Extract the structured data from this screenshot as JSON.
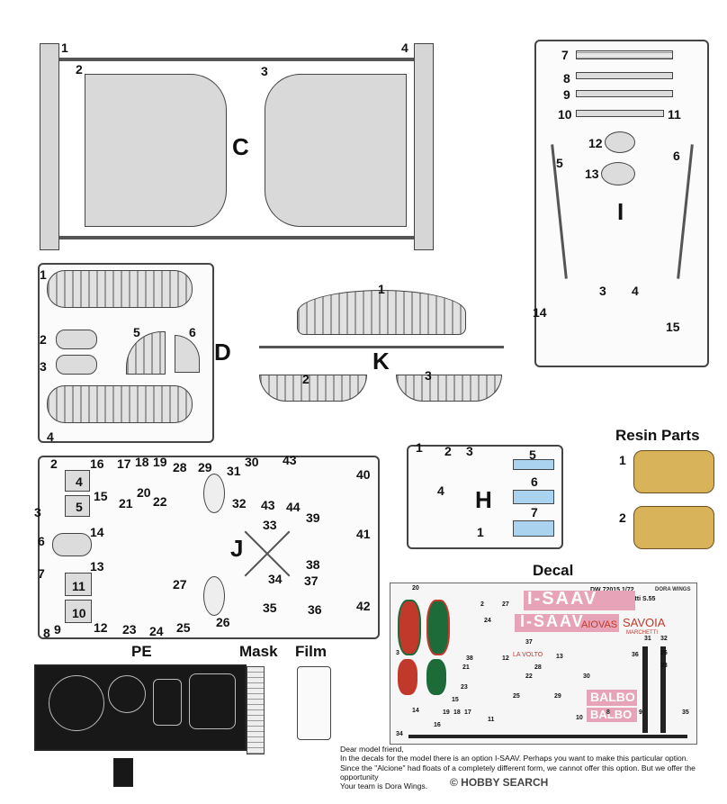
{
  "sprue_letters": {
    "C": "C",
    "D": "D",
    "K": "K",
    "I": "I",
    "J": "J",
    "H": "H"
  },
  "sprue_C_parts": [
    "1",
    "2",
    "3",
    "4"
  ],
  "sprue_I_parts": [
    "7",
    "8",
    "9",
    "10",
    "11",
    "12",
    "5",
    "6",
    "13",
    "3",
    "4",
    "14",
    "15"
  ],
  "sprue_D_parts": [
    "1",
    "2",
    "3",
    "5",
    "6",
    "4"
  ],
  "sprue_K_parts": [
    "1",
    "2",
    "3"
  ],
  "sprue_J_parts": [
    "2",
    "16",
    "17",
    "18",
    "19",
    "28",
    "29",
    "30",
    "31",
    "43",
    "40",
    "4",
    "15",
    "20",
    "22",
    "21",
    "3",
    "5",
    "32",
    "43",
    "44",
    "39",
    "33",
    "6",
    "14",
    "13",
    "7",
    "11",
    "10",
    "27",
    "38",
    "34",
    "37",
    "35",
    "36",
    "41",
    "42",
    "8",
    "9",
    "12",
    "23",
    "24",
    "25",
    "26"
  ],
  "sprue_H_parts": [
    "1",
    "2",
    "3",
    "5",
    "6",
    "4",
    "7",
    "1"
  ],
  "labels": {
    "resin": "Resin Parts",
    "resin_1": "1",
    "resin_2": "2",
    "decal": "Decal",
    "pe": "PE",
    "mask": "Mask",
    "film": "Film"
  },
  "decal": {
    "header_code": "DW 72015 1/72",
    "header_name": "Savoia-Marchetti S.55",
    "brand": "DORA WINGS",
    "reg_big": "I-SAAV",
    "reg_big2": "I-SAAV",
    "savoia": "SAVOIA",
    "marchetti": "MARCHETTI",
    "savoia_rev": "AIOVAS",
    "balbo": "BALBO",
    "balbo2": "BALBO",
    "lavolto": "LA VOLTO",
    "numbers": [
      "20",
      "2",
      "27",
      "3",
      "31",
      "32",
      "24",
      "37",
      "12",
      "13",
      "14",
      "21",
      "23",
      "16",
      "19",
      "18",
      "25",
      "17",
      "29",
      "22",
      "28",
      "30",
      "34",
      "35",
      "11",
      "9",
      "10",
      "8",
      "15",
      "26",
      "33",
      "36",
      "38"
    ]
  },
  "note": {
    "line1": "Dear model friend,",
    "line2": "In the decals for the model there is an option I-SAAV. Perhaps you want to make this particular option.",
    "line3": "Since the \"Alcione\" had floats of a completely different form, we cannot offer this option. But we offer the opportunity",
    "line4": "Your team is Dora Wings."
  },
  "watermark": "© HOBBY SEARCH",
  "colors": {
    "decal_red": "#c0392b",
    "decal_green": "#1e6b3a",
    "decal_pink": "#e7a4b8",
    "decal_blue": "#3a6fb0",
    "parts_blue": "#a9d3ee",
    "resin_gold": "#d9b35a"
  }
}
